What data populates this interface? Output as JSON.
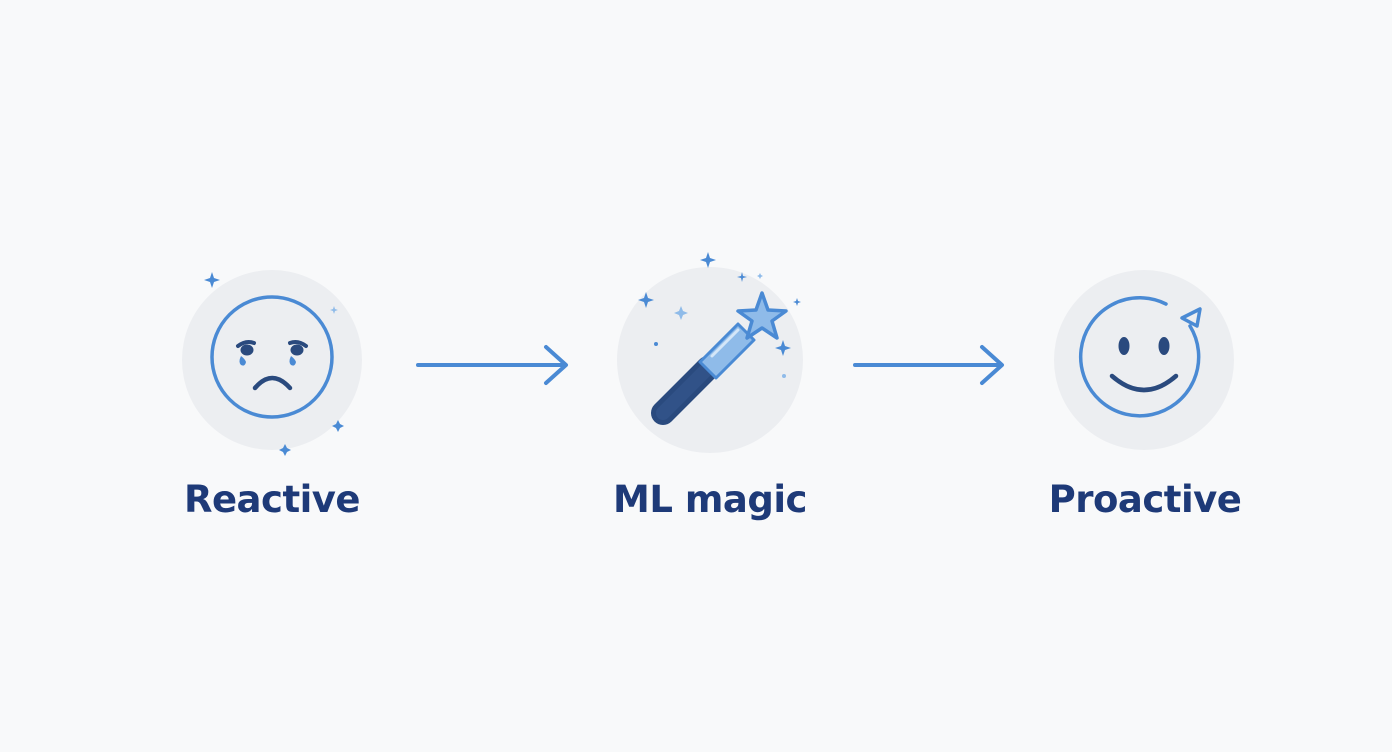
{
  "steps": [
    {
      "label": "Reactive",
      "icon": "sad-face-icon"
    },
    {
      "label": "ML magic",
      "icon": "magic-wand-icon"
    },
    {
      "label": "Proactive",
      "icon": "smiley-face-icon"
    }
  ],
  "connectors": [
    "arrow-right-icon",
    "arrow-right-icon"
  ],
  "colors": {
    "background": "#f8f9fa",
    "circle_bg": "#eceef1",
    "accent_blue": "#4a8ad4",
    "light_blue": "#8fbbe9",
    "dark_navy": "#2a4a7e",
    "label_text": "#1e3a78"
  }
}
